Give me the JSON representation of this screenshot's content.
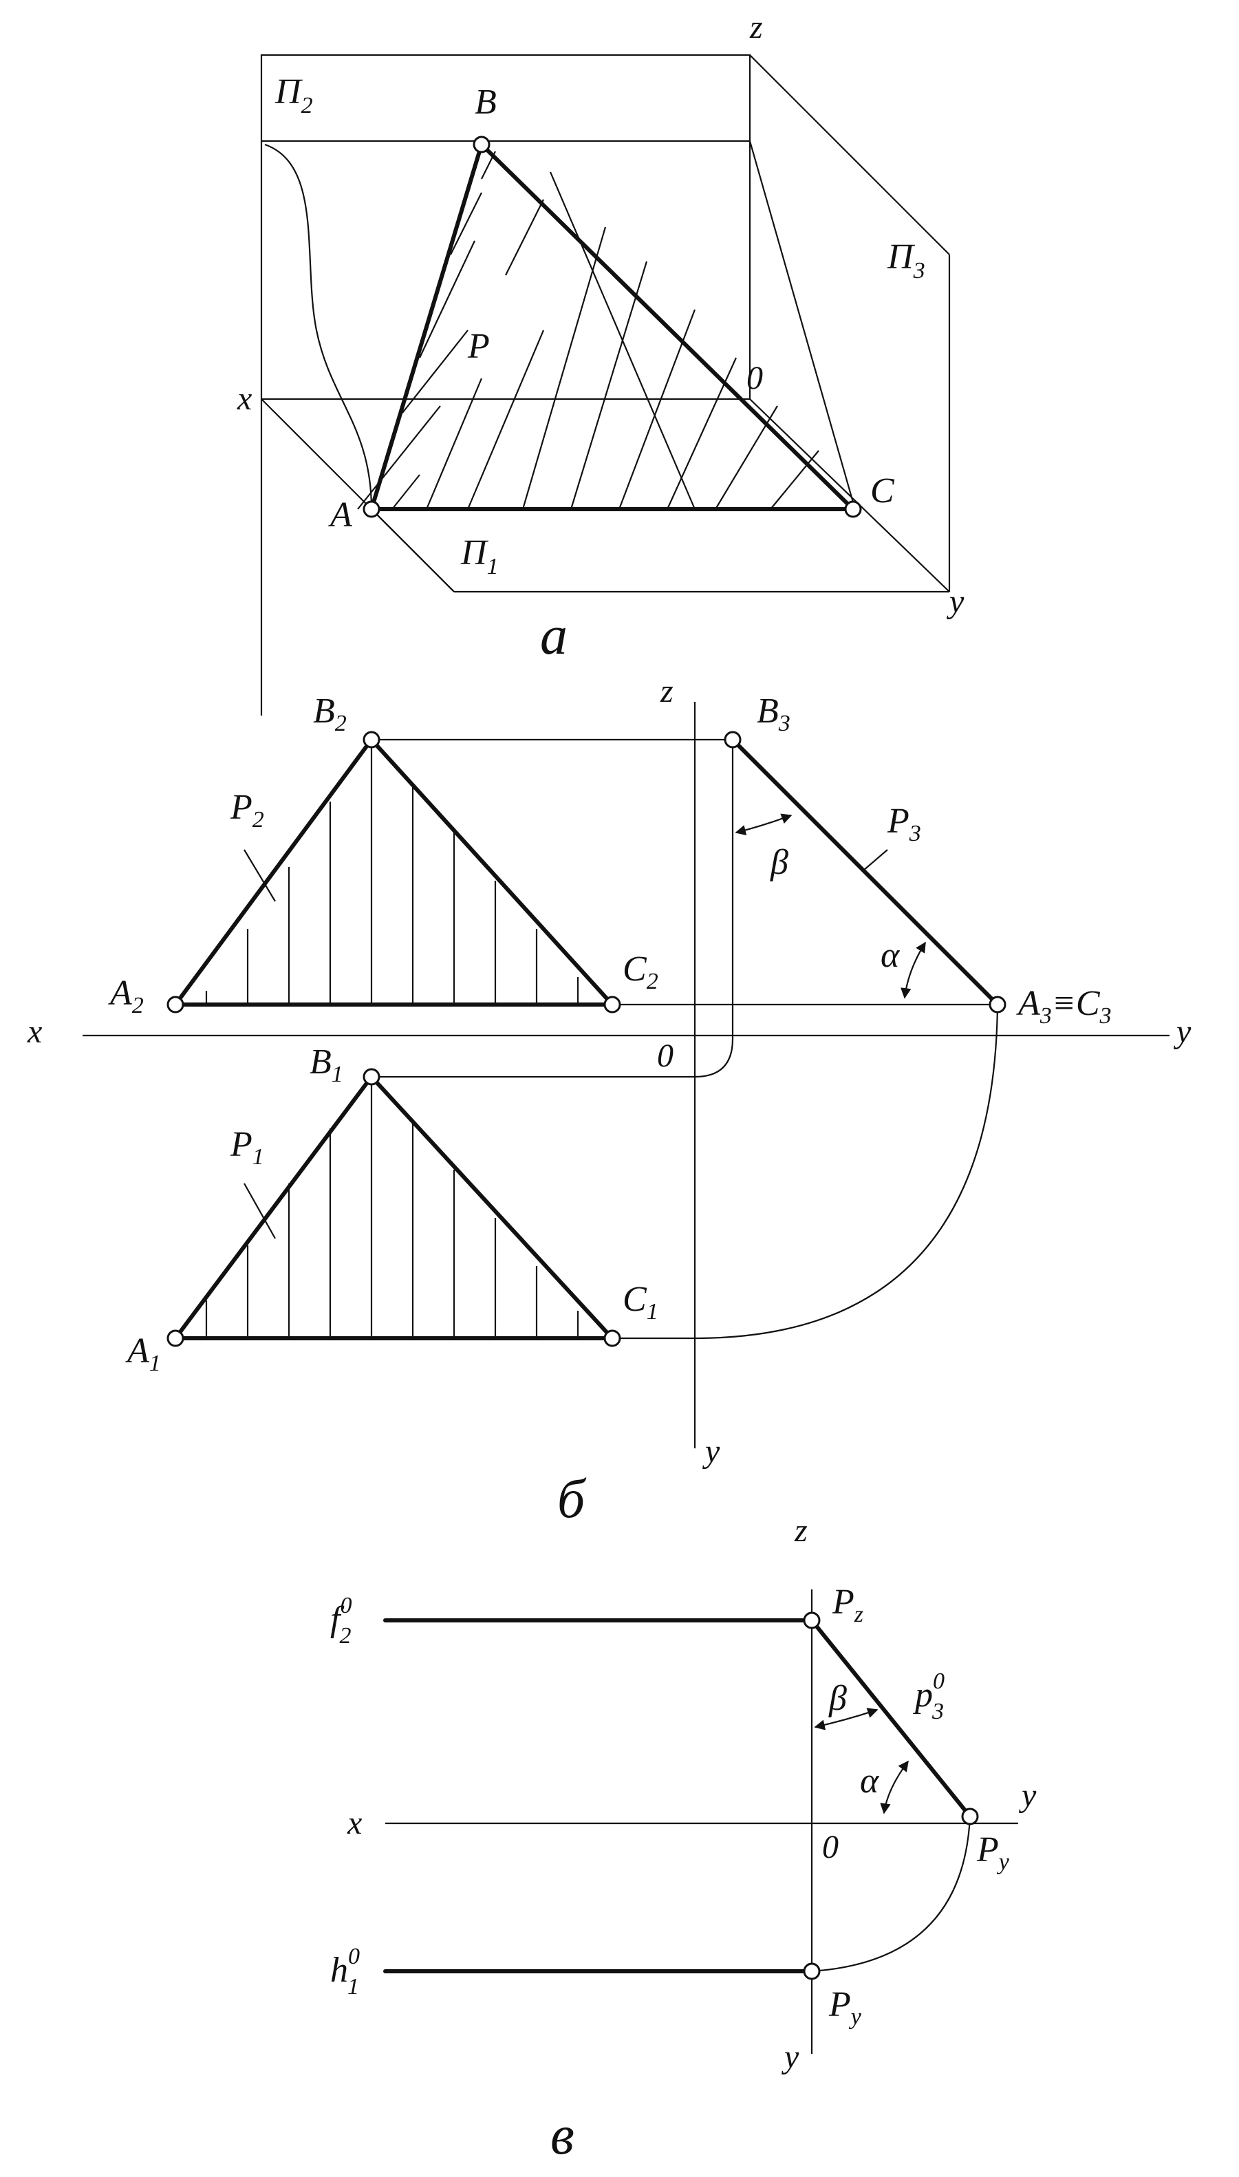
{
  "panel_a": {
    "caption": "а",
    "plane_front": "П",
    "plane_front_sub": "2",
    "plane_side": "П",
    "plane_side_sub": "3",
    "plane_horizontal": "П",
    "plane_horizontal_sub": "1",
    "axis_x": "x",
    "axis_y": "y",
    "axis_z": "z",
    "origin": "0",
    "point_a": "A",
    "point_b": "B",
    "point_c": "C",
    "plane_p": "P"
  },
  "panel_b": {
    "caption": "б",
    "axis_x": "x",
    "axis_y_right": "y",
    "axis_y_down": "y",
    "axis_z": "z",
    "origin": "0",
    "b2": "B",
    "b2_sub": "2",
    "a2": "A",
    "a2_sub": "2",
    "c2": "C",
    "c2_sub": "2",
    "p2": "P",
    "p2_sub": "2",
    "b1": "B",
    "b1_sub": "1",
    "a1": "A",
    "a1_sub": "1",
    "c1": "C",
    "c1_sub": "1",
    "p1": "P",
    "p1_sub": "1",
    "b3": "B",
    "b3_sub": "3",
    "p3": "P",
    "p3_sub": "3",
    "a3c3_a": "A",
    "a3c3_a_sub": "3",
    "a3c3_eq": "≡",
    "a3c3_c": "C",
    "a3c3_c_sub": "3",
    "angle_beta": "β",
    "angle_alpha": "α"
  },
  "panel_v": {
    "caption": "в",
    "axis_z": "z",
    "axis_x": "x",
    "axis_y_right": "y",
    "axis_y_down": "y",
    "origin": "0",
    "f_label": "f",
    "f_sub": "2",
    "f_sup": "0",
    "h_label": "h",
    "h_sub": "1",
    "h_sup": "0",
    "pz": "P",
    "pz_sub": "z",
    "py_right": "P",
    "py_right_sub": "y",
    "py_down": "P",
    "py_down_sub": "y",
    "p3": "p",
    "p3_sub": "3",
    "p3_sup": "0",
    "angle_beta": "β",
    "angle_alpha": "α"
  }
}
